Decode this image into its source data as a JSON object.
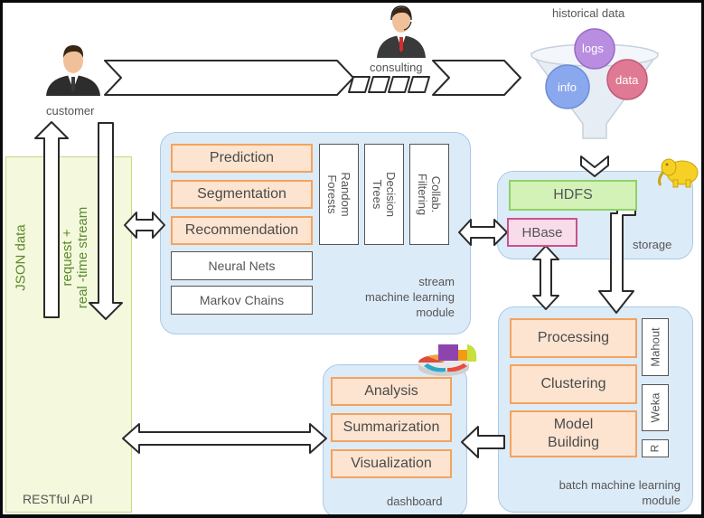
{
  "actors": {
    "customer": "customer",
    "consulting": "consulting"
  },
  "historical": {
    "title": "historical data",
    "logs": "logs",
    "info": "info",
    "data": "data"
  },
  "stream": {
    "items": [
      "Prediction",
      "Segmentation",
      "Recommendation"
    ],
    "algorithms": [
      "Neural Nets",
      "Markov Chains"
    ],
    "vertical": [
      "Random\nForests",
      "Decision\nTrees",
      "Collab.\nFiltering"
    ],
    "label": "stream\nmachine learning\nmodule"
  },
  "storage": {
    "hdfs": "HDFS",
    "hbase": "HBase",
    "label": "storage"
  },
  "batch": {
    "items": [
      "Processing",
      "Clustering",
      "Model\nBuilding"
    ],
    "tools": [
      "Mahout",
      "Weka",
      "R"
    ],
    "label": "batch machine learning\nmodule"
  },
  "dashboard": {
    "items": [
      "Analysis",
      "Summarization",
      "Visualization"
    ],
    "label": "dashboard"
  },
  "api": {
    "label": "RESTful API",
    "json": "JSON data",
    "request": "request +\nreal -time stream"
  },
  "colors": {
    "panel": "#dcebf8",
    "orange_border": "#f5a25d",
    "green_box": "#d2f2b8",
    "api_bg": "#f4f8dc"
  },
  "icons": [
    "person-icon",
    "elephant-icon",
    "pie-chart-icon",
    "funnel-icon"
  ]
}
